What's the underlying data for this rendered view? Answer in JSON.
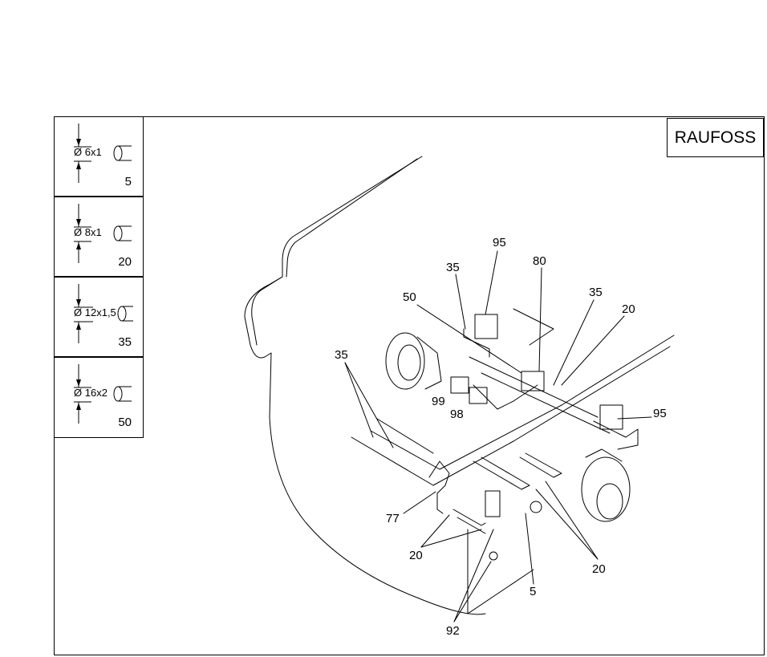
{
  "brand": "RAUFOSS",
  "legend": [
    {
      "diameter_symbol": "Ø",
      "size": "6x1",
      "qty": "5"
    },
    {
      "diameter_symbol": "Ø",
      "size": "8x1",
      "qty": "20"
    },
    {
      "diameter_symbol": "Ø",
      "size": "12x1,5",
      "qty": "35"
    },
    {
      "diameter_symbol": "Ø",
      "size": "16x2",
      "qty": "50"
    }
  ],
  "callouts": {
    "c95a": "95",
    "c35a": "35",
    "c80": "80",
    "c50": "50",
    "c35b": "35",
    "c20a": "20",
    "c35c": "35",
    "c99": "99",
    "c98": "98",
    "c95b": "95",
    "c77": "77",
    "c20b": "20",
    "c5": "5",
    "c20c": "20",
    "c92": "92"
  }
}
